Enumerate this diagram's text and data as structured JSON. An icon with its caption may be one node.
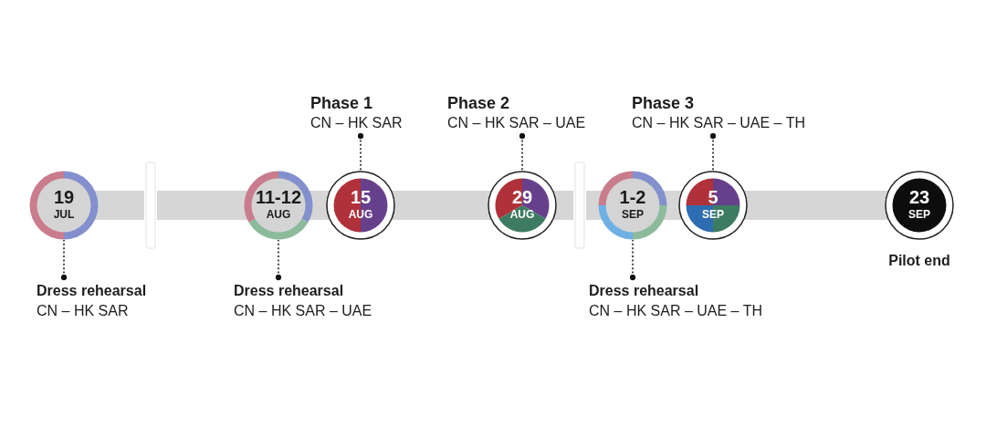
{
  "diagram": {
    "nodes": [
      {
        "text": [
          "19",
          "JUL"
        ]
      },
      {
        "text": [
          "Dress rehearsal",
          "CN – HK SAR"
        ]
      },
      {
        "text": [
          "11-12",
          "AUG"
        ]
      },
      {
        "text": [
          "Dress rehearsal",
          "CN – HK SAR – UAE"
        ]
      },
      {
        "text": [
          "Phase 1",
          "CN – HK SAR"
        ]
      },
      {
        "text": [
          "15",
          "AUG"
        ]
      },
      {
        "text": [
          "Phase 2",
          "CN – HK SAR – UAE"
        ]
      },
      {
        "text": [
          "29",
          "AUG"
        ]
      },
      {
        "text": [
          "1-2",
          "SEP"
        ]
      },
      {
        "text": [
          "Dress rehearsal",
          "CN – HK SAR – UAE – TH"
        ]
      },
      {
        "text": [
          "Phase 3",
          "CN – HK SAR – UAE – TH"
        ]
      },
      {
        "text": [
          "5",
          "SEP"
        ]
      },
      {
        "text": [
          "23",
          "SEP"
        ],
        "beside": [
          "Pilot end"
        ]
      }
    ],
    "edges": [
      {
        "from": 1,
        "to": 0,
        "arrow": "other",
        "style": "dashed"
      },
      {
        "from": 3,
        "to": 2,
        "arrow": "other",
        "style": "dashed"
      },
      {
        "from": 4,
        "to": 5,
        "arrow": "other",
        "style": "dashed"
      },
      {
        "from": 6,
        "to": 7,
        "arrow": "other",
        "style": "dashed"
      },
      {
        "from": 9,
        "to": 8,
        "arrow": "other",
        "style": "dashed"
      },
      {
        "from": 10,
        "to": 11,
        "arrow": "other",
        "style": "dashed"
      }
    ]
  }
}
